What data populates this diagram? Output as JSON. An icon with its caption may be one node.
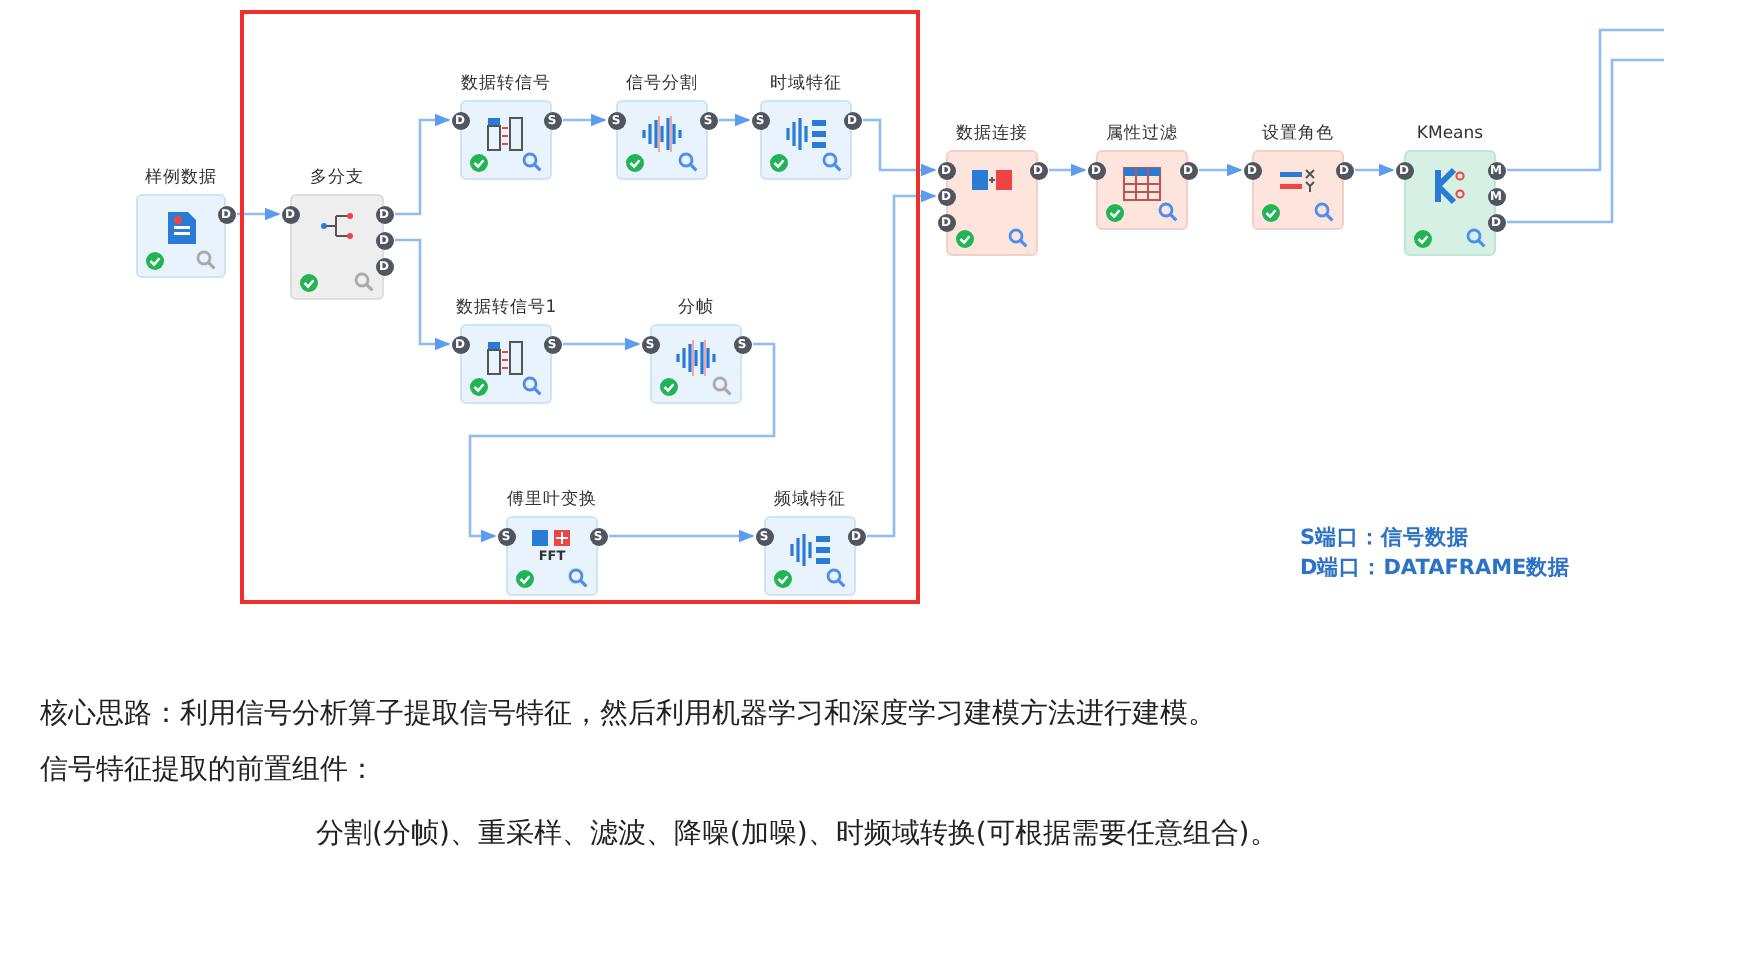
{
  "diagram": {
    "nodes": [
      {
        "text": [
          "样例数据",
          "D"
        ]
      },
      {
        "text": [],
        "shape": "box"
      },
      {
        "text": [
          "多分支",
          "D",
          "D",
          "D",
          "D"
        ],
        "in": 1
      },
      {
        "text": [
          "数据转信号",
          "D",
          "S"
        ],
        "in": 1
      },
      {
        "text": [
          "信号分割",
          "S",
          "S"
        ],
        "in": 1
      },
      {
        "text": [
          "时域特征",
          "S",
          "D"
        ],
        "in": 1
      },
      {
        "text": [
          "数据转信号1",
          "D",
          "S"
        ],
        "in": 1
      },
      {
        "text": [
          "分帧",
          "S",
          "S"
        ],
        "in": 1
      },
      {
        "text": [
          "傅里叶变换",
          "S",
          "FFT",
          "S"
        ],
        "in": 1
      },
      {
        "text": [
          "频域特征",
          "S",
          "D"
        ],
        "in": 1
      },
      {
        "text": [
          "数据连接",
          "D",
          "D",
          "D",
          "D"
        ]
      },
      {
        "text": [
          "属性过滤",
          "D",
          "D"
        ]
      },
      {
        "text": [
          "设置角色",
          "D",
          "D"
        ]
      },
      {
        "text": [
          "KMeans",
          "D",
          "M",
          "M",
          "D"
        ]
      }
    ],
    "edges": [
      {
        "from": 0,
        "to": 2,
        "arrow": "to"
      },
      {
        "from": 2,
        "to": 3,
        "arrow": "to"
      },
      {
        "from": 2,
        "to": 6,
        "arrow": "to"
      },
      {
        "from": 3,
        "to": 4,
        "arrow": "to"
      },
      {
        "from": 4,
        "to": 5,
        "arrow": "to"
      },
      {
        "from": 5,
        "to": 10,
        "arrow": "to"
      },
      {
        "from": 6,
        "to": 7,
        "arrow": "to"
      },
      {
        "from": 7,
        "to": 8,
        "arrow": "to"
      },
      {
        "from": 8,
        "to": 9,
        "arrow": "to"
      },
      {
        "from": 9,
        "to": 10,
        "arrow": "to"
      },
      {
        "from": 10,
        "to": 11,
        "arrow": "to"
      },
      {
        "from": 11,
        "to": 12,
        "arrow": "to"
      },
      {
        "from": 12,
        "to": 13,
        "arrow": "to"
      },
      {
        "from": 13,
        "to": null,
        "arrow": "none"
      },
      {
        "from": 13,
        "to": null,
        "arrow": "none"
      }
    ],
    "labels": [
      "S端口：信号数据",
      "D端口：DATAFRAME数据",
      "核心思路：利用信号分析算子提取信号特征，然后利用机器学习和深度学习建模方法进行建模。",
      "信号特征提取的前置组件：",
      "分割(分帧)、重采样、滤波、降噪(加噪)、时频域转换(可根据需要任意组合)。"
    ]
  }
}
